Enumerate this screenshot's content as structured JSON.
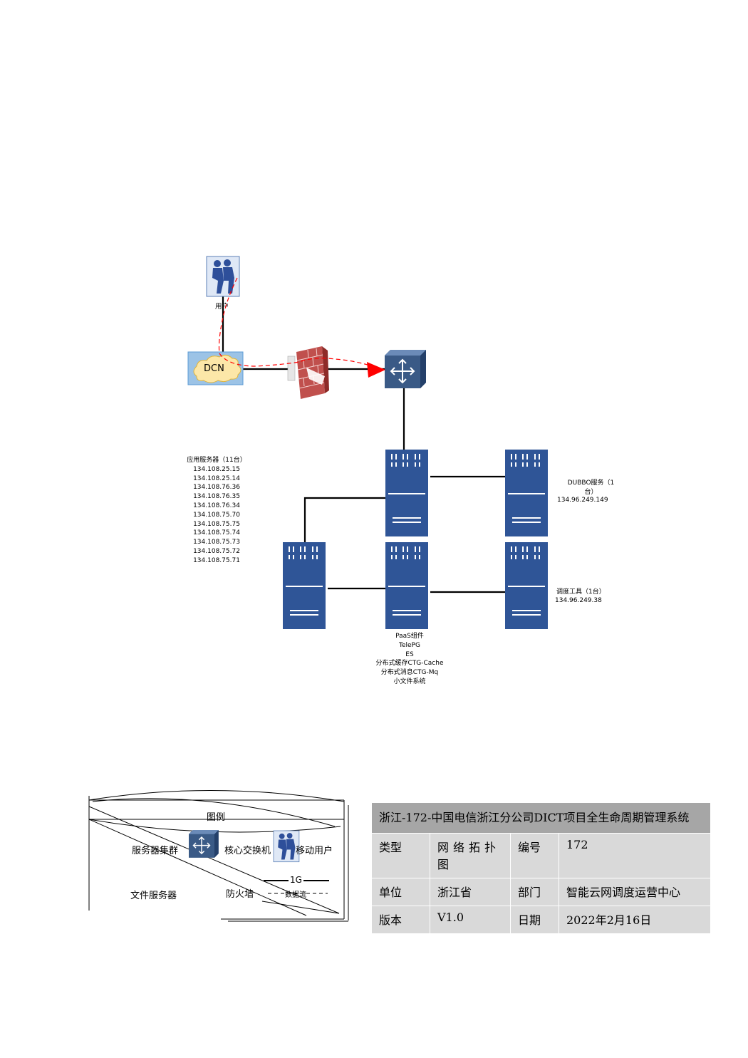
{
  "diagram": {
    "user_label": "用户",
    "dcn_label": "DCN",
    "app_servers": {
      "title": "应用服务器（11台）",
      "ips": [
        "134.108.25.15",
        "134.108.25.14",
        "134.108.76.36",
        "134.108.76.35",
        "134.108.76.34",
        "134.108.75.70",
        "134.108.75.75",
        "134.108.75.74",
        "134.108.75.73",
        "134.108.75.72",
        "134.108.75.71"
      ]
    },
    "dubbo": {
      "line1": "DUBBO服务（1",
      "line2": "台）",
      "ip": "134.96.249.149"
    },
    "scheduler": {
      "line1": "调度工具（1台）",
      "ip": "134.96.249.38"
    },
    "paas_lines": [
      "PaaS组件",
      "TelePG",
      "ES",
      "分布式缓存CTG-Cache",
      "分布式消息CTG-Mq",
      "小文件系统"
    ]
  },
  "legend": {
    "title": "图例",
    "server_cluster": "服务器集群",
    "core_switch": "核心交换机",
    "mobile_user": "移动用户",
    "file_server": "文件服务器",
    "firewall": "防火墙",
    "link_1g": "1G",
    "data_flow": "数据流"
  },
  "info_table": {
    "title": "浙江-172-中国电信浙江分公司DICT项目全生命周期管理系统",
    "type_label": "类型",
    "type_value": "网络拓扑图",
    "number_label": "编号",
    "number_value": "172",
    "unit_label": "单位",
    "unit_value": "浙江省",
    "dept_label": "部门",
    "dept_value": "智能云网调度运营中心",
    "version_label": "版本",
    "version_value": "V1.0",
    "date_label": "日期",
    "date_value": "2022年2月16日"
  },
  "colors": {
    "server_blue": "#2f5597",
    "firewall_red": "#c0504d",
    "cloud_fill": "#fce7a8",
    "cloud_border": "#5b9bd5",
    "flow_red": "#ff0000"
  }
}
